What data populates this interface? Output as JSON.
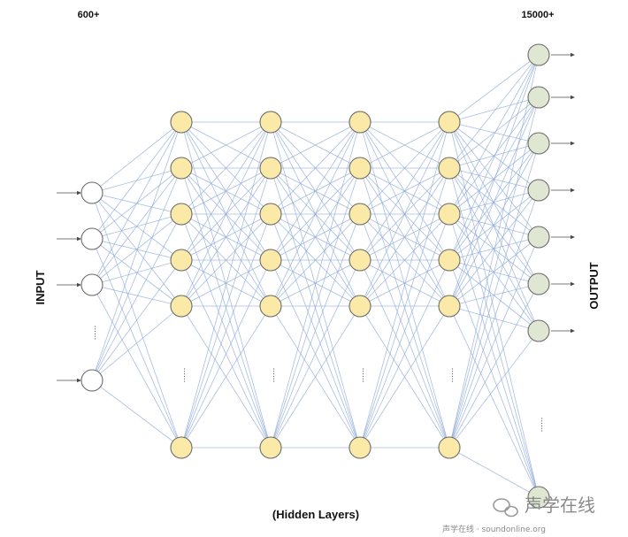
{
  "labels": {
    "input_count": "600+",
    "output_count": "15000+",
    "input": "INPUT",
    "output": "OUTPUT",
    "hidden": "(Hidden Layers)",
    "ellipsis": "......"
  },
  "layers": [
    {
      "name": "input",
      "visible_nodes": 4,
      "has_ellipsis": true
    },
    {
      "name": "hidden-1",
      "visible_nodes": 6,
      "has_ellipsis": true
    },
    {
      "name": "hidden-2",
      "visible_nodes": 6,
      "has_ellipsis": true
    },
    {
      "name": "hidden-3",
      "visible_nodes": 6,
      "has_ellipsis": true
    },
    {
      "name": "hidden-4",
      "visible_nodes": 6,
      "has_ellipsis": true
    },
    {
      "name": "output",
      "visible_nodes": 8,
      "has_ellipsis": true
    }
  ],
  "colors": {
    "input_fill": "#ffffff",
    "hidden_fill": "#fbe9a8",
    "output_fill": "#dfe6d2",
    "node_stroke": "#6b6b6b",
    "edge": "#8ca8d8",
    "arrow": "#4a4a4a"
  },
  "watermark": {
    "brand": "声学在线",
    "footer": "声学在线 · soundonline.org"
  }
}
